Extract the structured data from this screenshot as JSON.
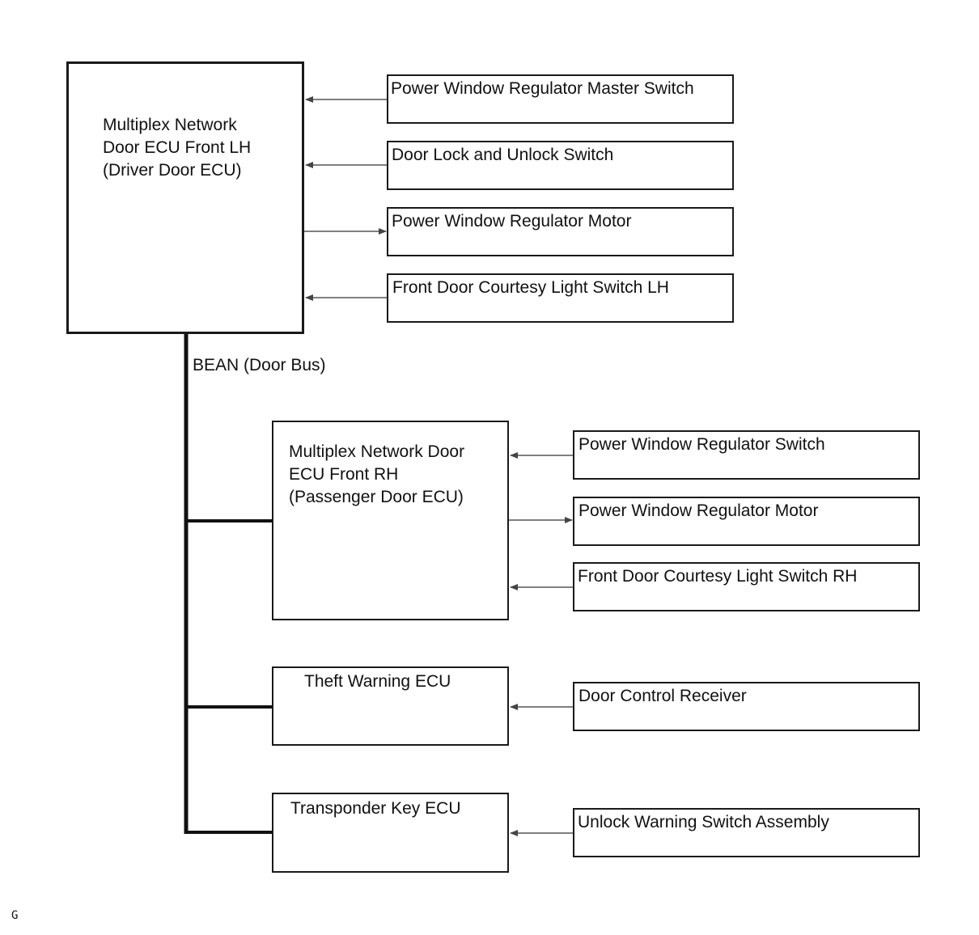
{
  "ecus": {
    "driver_door": {
      "lines": [
        "Multiplex Network",
        "Door ECU Front LH",
        "(Driver Door ECU)"
      ]
    },
    "passenger_door": {
      "lines": [
        "Multiplex Network Door",
        "ECU Front RH",
        "(Passenger Door ECU)"
      ]
    },
    "theft_warning": {
      "label": "Theft Warning ECU"
    },
    "transponder_key": {
      "label": "Transponder Key ECU"
    }
  },
  "bus": {
    "label": "BEAN (Door Bus)"
  },
  "driver_devices": [
    {
      "label": "Power Window Regulator Master Switch",
      "direction": "to-ecu"
    },
    {
      "label": "Door Lock and Unlock Switch",
      "direction": "to-ecu"
    },
    {
      "label": "Power Window Regulator Motor",
      "direction": "from-ecu"
    },
    {
      "label": "Front Door Courtesy Light Switch LH",
      "direction": "to-ecu"
    }
  ],
  "passenger_devices": [
    {
      "label": "Power Window Regulator Switch",
      "direction": "to-ecu"
    },
    {
      "label": "Power Window Regulator Motor",
      "direction": "from-ecu"
    },
    {
      "label": "Front Door Courtesy Light Switch RH",
      "direction": "to-ecu"
    }
  ],
  "theft_devices": [
    {
      "label": "Door Control Receiver",
      "direction": "to-ecu"
    }
  ],
  "transponder_devices": [
    {
      "label": "Unlock Warning Switch Assembly",
      "direction": "to-ecu"
    }
  ],
  "corner_mark": "G",
  "colors": {
    "line": "#1a1a1a",
    "arrow": "#555555"
  }
}
